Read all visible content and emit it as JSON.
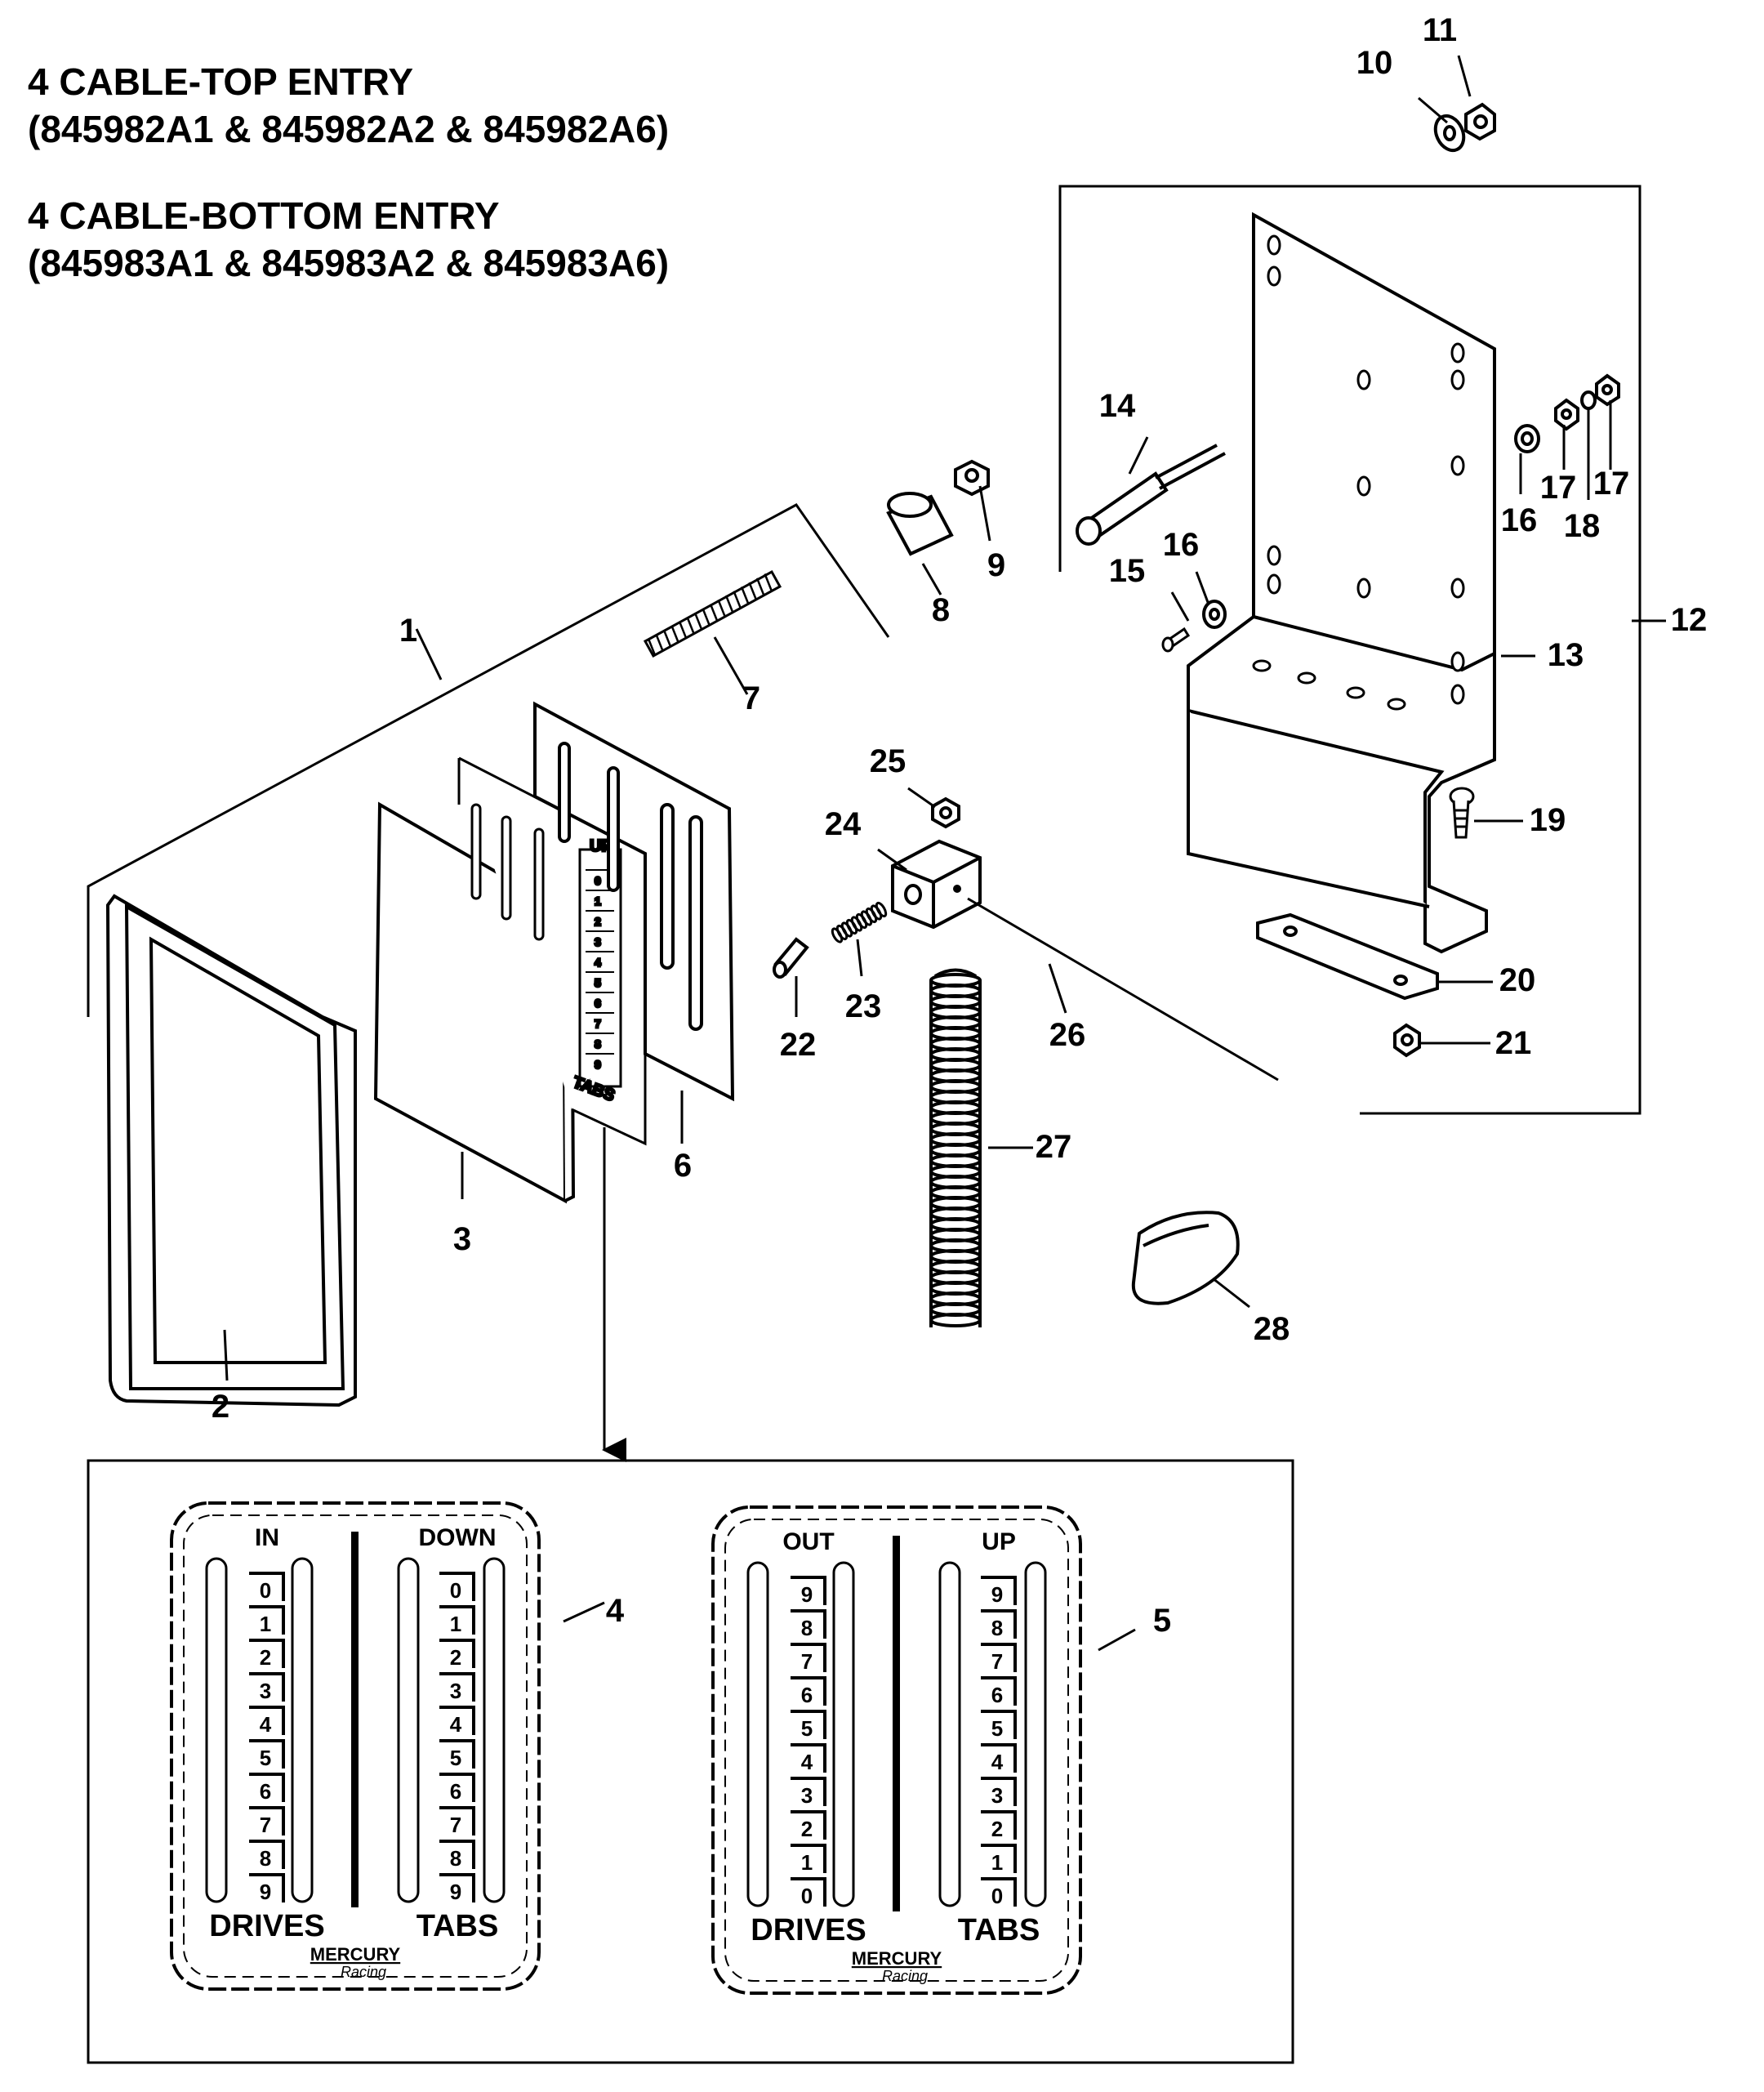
{
  "header": {
    "line1": "4 CABLE-TOP ENTRY",
    "line2": "(845982A1 & 845982A2 & 845982A6)",
    "line3": "4 CABLE-BOTTOM ENTRY",
    "line4": "(845983A1 & 845983A2 & 845983A6)"
  },
  "callouts": [
    "1",
    "2",
    "3",
    "4",
    "5",
    "6",
    "7",
    "8",
    "9",
    "10",
    "11",
    "12",
    "13",
    "14",
    "15",
    "16",
    "16",
    "17",
    "17",
    "18",
    "19",
    "20",
    "21",
    "22",
    "23",
    "24",
    "25",
    "26",
    "27",
    "28"
  ],
  "faceplate_in": {
    "top_left": "IN",
    "top_right": "DOWN",
    "scale_left": [
      "0",
      "1",
      "2",
      "3",
      "4",
      "5",
      "6",
      "7",
      "8",
      "9"
    ],
    "scale_right": [
      "0",
      "1",
      "2",
      "3",
      "4",
      "5",
      "6",
      "7",
      "8",
      "9"
    ],
    "bottom_left": "DRIVES",
    "bottom_right": "TABS",
    "logo": "MERCURY",
    "logo_sub": "Racing"
  },
  "faceplate_out": {
    "top_left": "OUT",
    "top_right": "UP",
    "scale_left": [
      "9",
      "8",
      "7",
      "6",
      "5",
      "4",
      "3",
      "2",
      "1",
      "0"
    ],
    "scale_right": [
      "9",
      "8",
      "7",
      "6",
      "5",
      "4",
      "3",
      "2",
      "1",
      "0"
    ],
    "bottom_left": "DRIVES",
    "bottom_right": "TABS",
    "logo": "MERCURY",
    "logo_sub": "Racing"
  },
  "small_plate": {
    "top": "UP",
    "scale": [
      "0",
      "1",
      "2",
      "3",
      "4",
      "5",
      "6",
      "7",
      "8",
      "9"
    ],
    "bottom": "TABS"
  }
}
